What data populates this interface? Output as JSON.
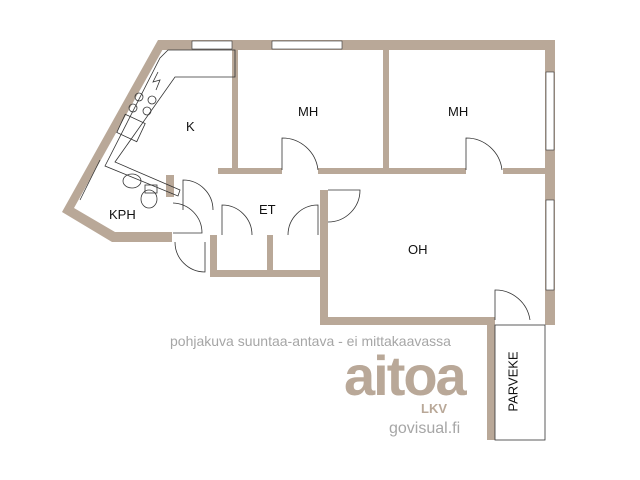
{
  "rooms": {
    "kitchen": "K",
    "bedroom_1": "MH",
    "bedroom_2": "MH",
    "hall": "ET",
    "bathroom": "KPH",
    "living_room": "OH",
    "balcony": "PARVEKE"
  },
  "caption": "pohjakuva suuntaa-antava - ei mittakaavassa",
  "logo": {
    "name": "aitoa",
    "sub": "LKV"
  },
  "credit": "govisual.fi",
  "colors": {
    "wall": "#b9a898",
    "text_grey": "#a6a6a6"
  }
}
